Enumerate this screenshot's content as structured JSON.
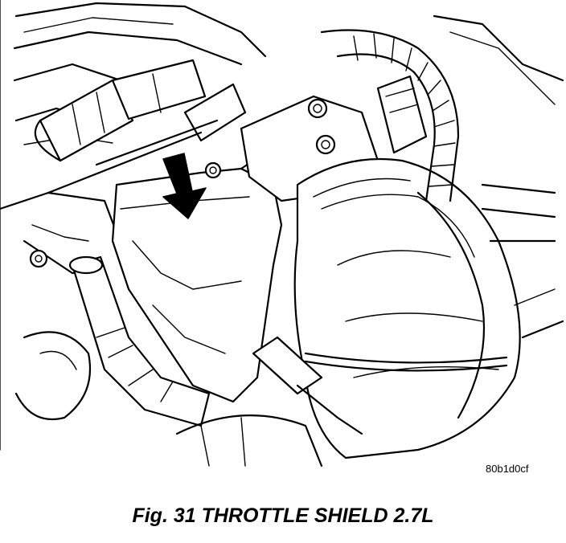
{
  "figure": {
    "image_code": "80b1d0cf",
    "caption": "Fig. 31 THROTTLE SHIELD 2.7L"
  },
  "diagram": {
    "subject": "engine-compartment-line-drawing",
    "callouts": [
      {
        "id": "arrow",
        "shape": "downward-arrow",
        "color": "#000000"
      }
    ]
  }
}
